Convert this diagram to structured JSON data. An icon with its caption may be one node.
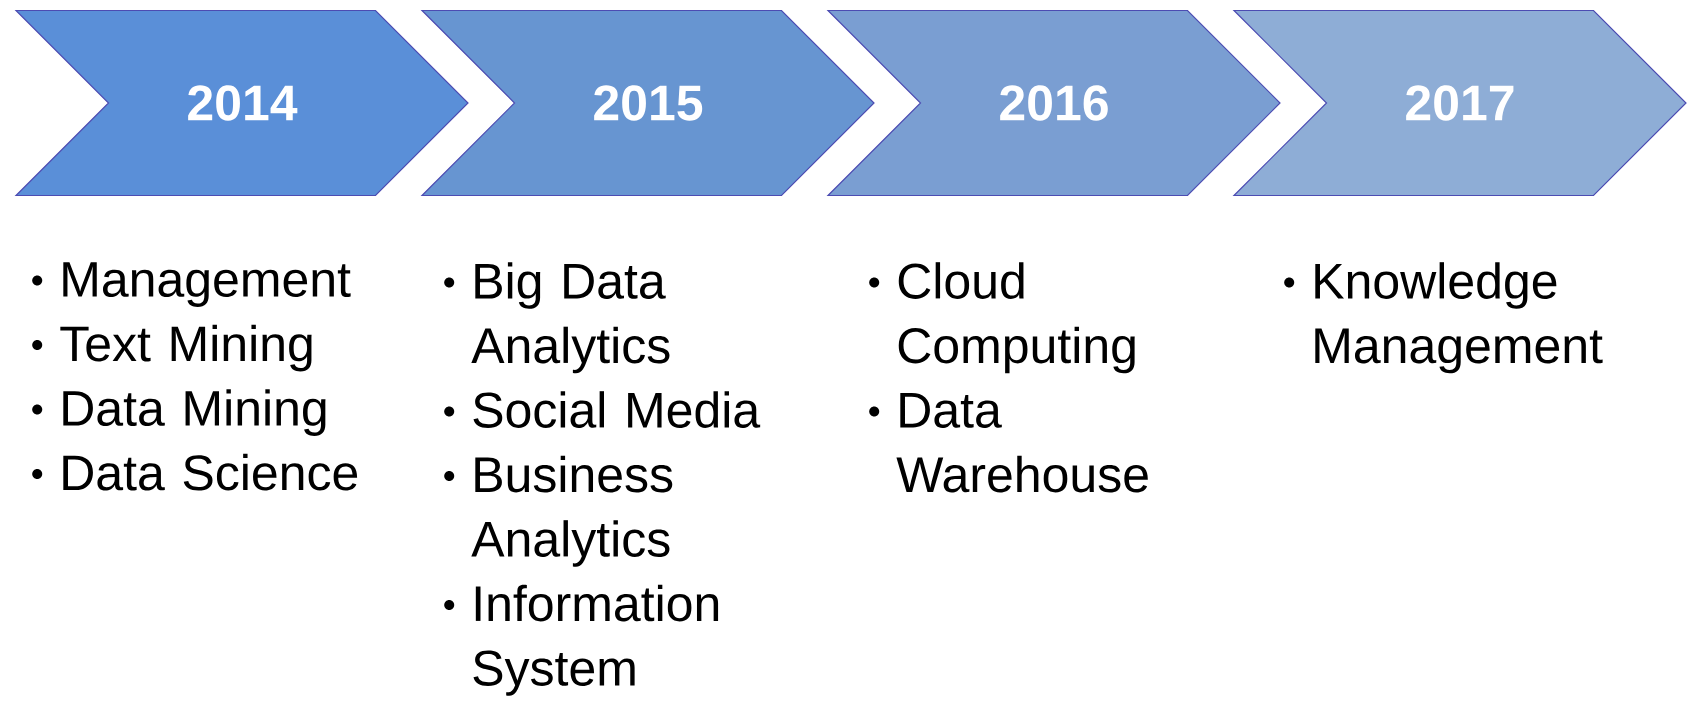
{
  "diagram": {
    "nodes": [
      {
        "text": [
          "2014"
        ],
        "beside": [
          "Management",
          "Text Mining",
          "Data Mining",
          "Data Science"
        ]
      },
      {
        "text": [
          "2015"
        ],
        "beside": [
          "Big Data Analytics",
          "Social Media",
          "Business Analytics",
          "Information System"
        ]
      },
      {
        "text": [
          "2016"
        ],
        "beside": [
          "Cloud Computing",
          "Data Warehouse"
        ]
      },
      {
        "text": [
          "2017"
        ],
        "beside": [
          "Knowledge Management"
        ]
      }
    ]
  }
}
